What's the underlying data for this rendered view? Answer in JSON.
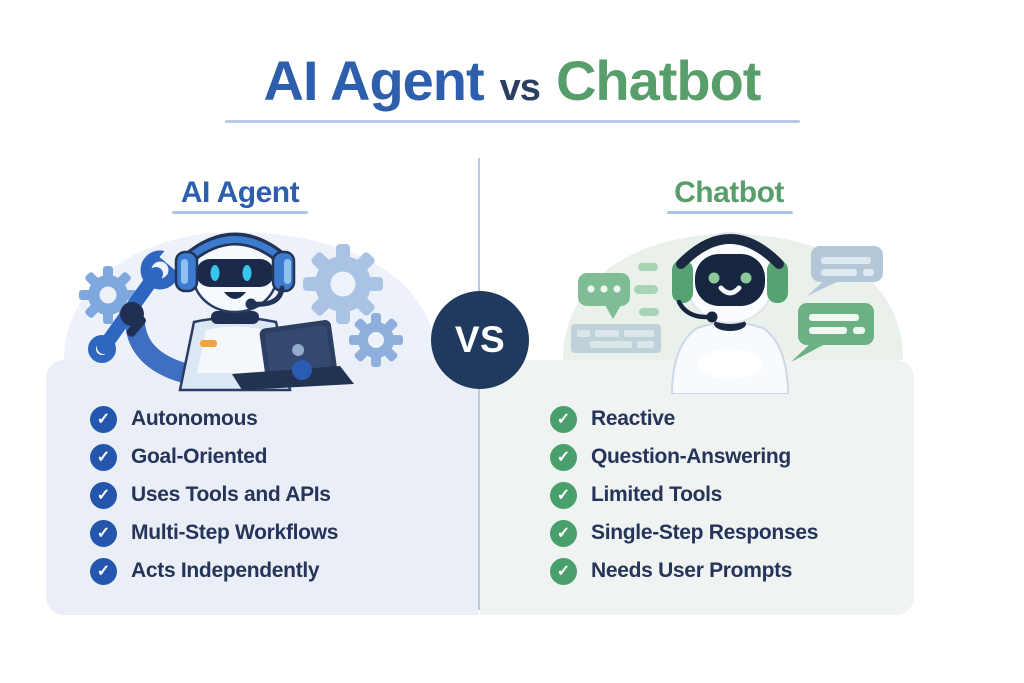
{
  "title": {
    "part_agent": "AI Agent",
    "part_vs": "vs",
    "part_chatbot": "Chatbot"
  },
  "vs_badge": {
    "label": "VS"
  },
  "agent_column": {
    "header": "AI Agent",
    "items": [
      "Autonomous",
      "Goal-Oriented",
      "Uses Tools and APIs",
      "Multi-Step Workflows",
      "Acts Independently"
    ]
  },
  "chatbot_column": {
    "header": "Chatbot",
    "items": [
      "Reactive",
      "Question-Answering",
      "Limited Tools",
      "Single-Step Responses",
      "Needs User Prompts"
    ]
  },
  "icons": {
    "check": "✓",
    "agent_scene": "robot-with-headset-holding-wrench-and-laptop-with-gears",
    "chatbot_scene": "robot-with-headset-and-speech-bubbles"
  },
  "colors": {
    "agent_blue": "#2e5fad",
    "chatbot_green": "#579e6a",
    "vs_navy": "#1f3a5e",
    "text_navy": "#27345a",
    "check_blue": "#2456ae",
    "check_green": "#4aa06c",
    "panel_agent": "#e9eef7",
    "panel_chatbot": "#eff3f1",
    "divider": "#b9c9e2",
    "underline": "#bcc9e2",
    "robot_accent_orange": "#f0a43e"
  }
}
